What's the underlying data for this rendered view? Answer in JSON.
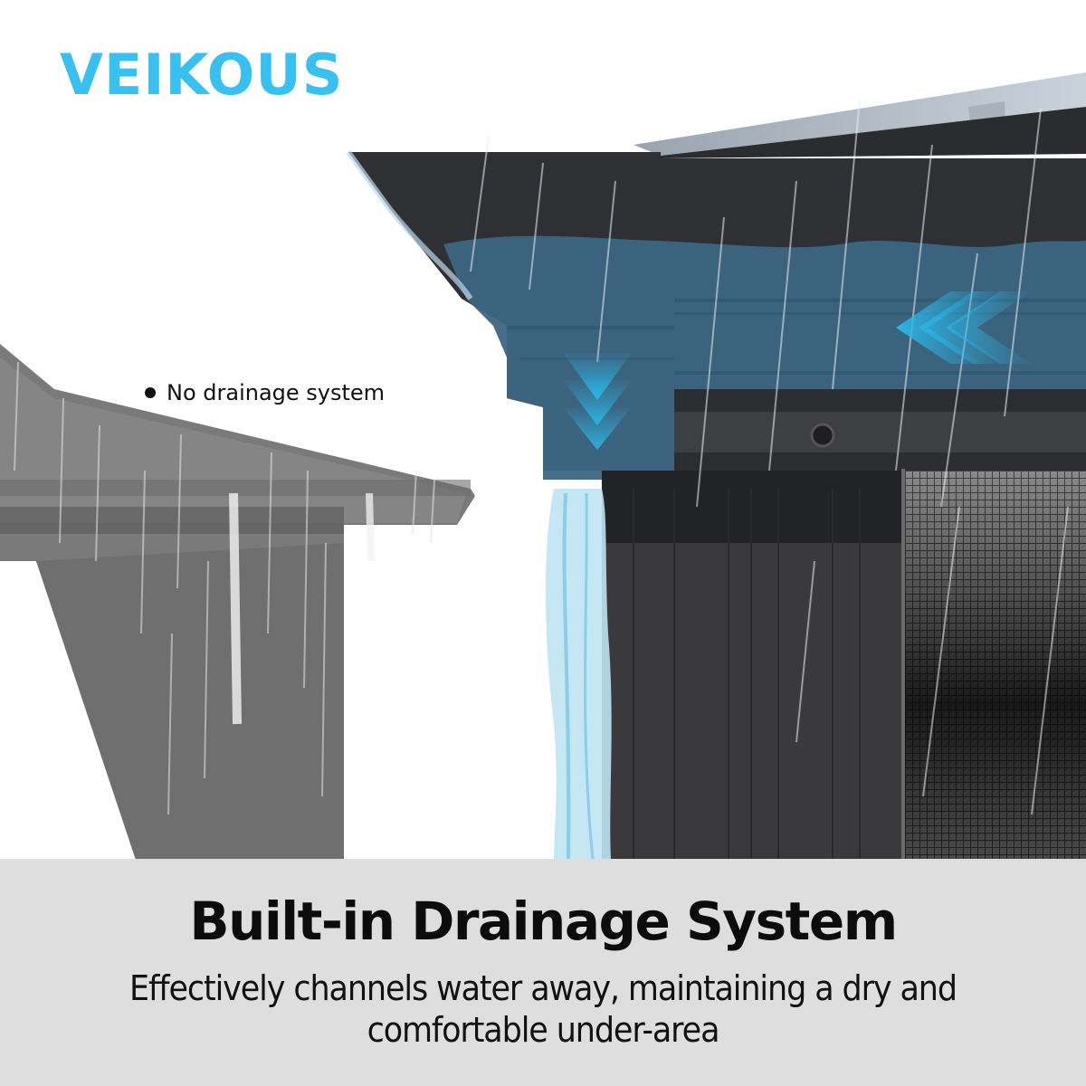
{
  "brand": {
    "logo_text": "VEIKOUS",
    "logo_color": "#38c1f0"
  },
  "comparison": {
    "left_label": "No drainage system",
    "left_bullet_icon": "bullet-dot-icon"
  },
  "illustration": {
    "left_subject": "grayscale gazebo roof corner without gutter, rain falling off edge",
    "right_subject": "dark metal gazebo roof with built-in blue gutter channel, water draining down post",
    "arrow_icons": [
      "chevron-left-triple-icon",
      "chevron-down-triple-icon"
    ],
    "accent_color": "#2bb6e8",
    "gutter_color": "#3d6682",
    "frame_color": "#3a3a3c"
  },
  "caption": {
    "title": "Built-in Drainage System",
    "description": "Effectively channels water away, maintaining a dry and comfortable under-area",
    "band_color": "#dedede"
  }
}
